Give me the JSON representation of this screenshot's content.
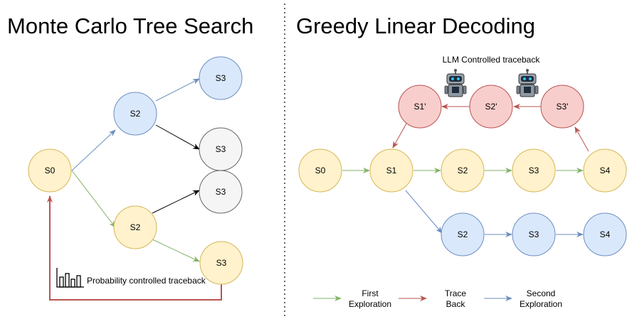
{
  "left_panel": {
    "title": "Monte Carlo Tree Search",
    "nodes": {
      "s0": "S0",
      "s2_top": "S2",
      "s3_top": "S3",
      "s3_mid1": "S3",
      "s3_mid2": "S3",
      "s2_bottom": "S2",
      "s3_bottom": "S3"
    },
    "traceback_label": "Probability controlled traceback"
  },
  "right_panel": {
    "title": "Greedy Linear Decoding",
    "llm_label": "LLM Controlled traceback",
    "trace_nodes": {
      "s1p": "S1'",
      "s2p": "S2'",
      "s3p": "S3'"
    },
    "first_row": [
      "S0",
      "S1",
      "S2",
      "S3",
      "S4"
    ],
    "second_row": [
      "S2",
      "S3",
      "S4"
    ],
    "legend": {
      "first_line1": "First",
      "first_line2": "Exploration",
      "trace_line1": "Trace",
      "trace_line2": "Back",
      "second_line1": "Second",
      "second_line2": "Exploration"
    }
  },
  "colors": {
    "yellow_fill": "#fff2cc",
    "yellow_stroke": "#d6b656",
    "blue_fill": "#dae8fc",
    "blue_stroke": "#6c8ebf",
    "red_fill": "#f8cecc",
    "red_stroke": "#b85450",
    "gray_fill": "#f5f5f5",
    "gray_stroke": "#666666",
    "green_arrow": "#82b366",
    "blue_arrow": "#6c8ebf",
    "red_arrow": "#b85450",
    "black_arrow": "#000000"
  },
  "icons": [
    "robot-icon",
    "bar-chart-icon"
  ]
}
